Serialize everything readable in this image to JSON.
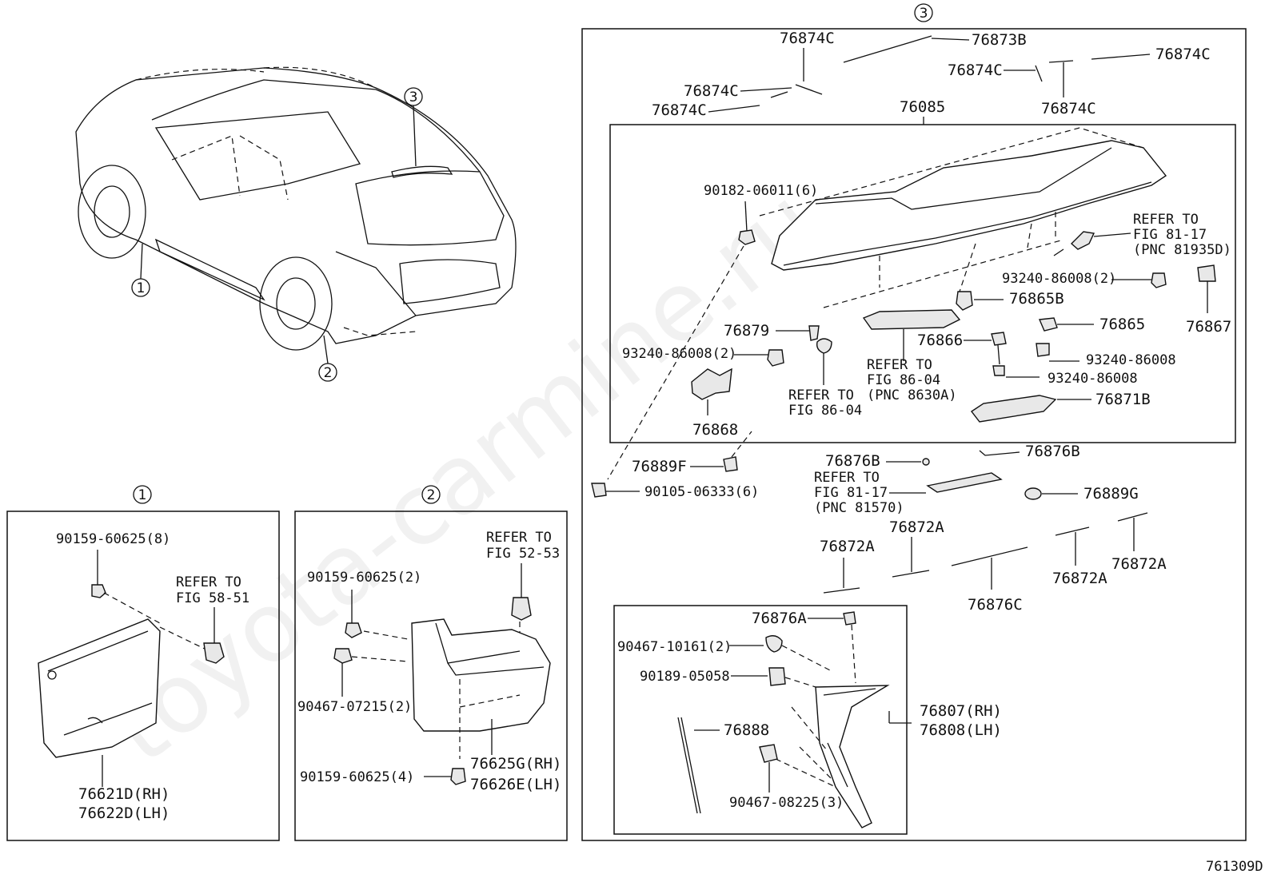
{
  "watermark": "toyota-carmine.ru",
  "doc_code": "761309D",
  "callouts": {
    "c1": "1",
    "c2": "2",
    "c3": "3"
  },
  "panel1": {
    "parts": [
      "90159-60625(8)",
      "76621D(RH)",
      "76622D(LH)"
    ],
    "refer": [
      "REFER TO",
      "FIG 58-51"
    ]
  },
  "panel2": {
    "parts": [
      "90159-60625(2)",
      "90467-07215(2)",
      "90159-60625(4)",
      "76625G(RH)",
      "76626E(LH)"
    ],
    "refer": [
      "REFER TO",
      "FIG 52-53"
    ]
  },
  "panel3": {
    "top_parts": [
      "76874C",
      "76873B",
      "76874C",
      "76874C",
      "76874C",
      "76874C",
      "76874C",
      "76085"
    ],
    "inner_parts": [
      "90182-06011(6)",
      "93240-86008(2)",
      "76865B",
      "76867",
      "76879",
      "93240-86008(2)",
      "76866",
      "76865",
      "93240-86008",
      "93240-86008",
      "76868",
      "76871B"
    ],
    "inner_refers": [
      [
        "REFER TO",
        "FIG 81-17",
        "(PNC 81935D)"
      ],
      [
        "REFER TO",
        "FIG 86-04",
        "(PNC 8630A)"
      ],
      [
        "REFER TO",
        "FIG 86-04"
      ]
    ],
    "lower_parts": [
      "76889F",
      "90105-06333(6)",
      "76876B",
      "76876B",
      "76889G",
      "76872A",
      "76872A",
      "76872A",
      "76872A",
      "76876C"
    ],
    "lower_refer": [
      "REFER TO",
      "FIG 81-17",
      "(PNC 81570)"
    ],
    "sub_parts": [
      "76876A",
      "90467-10161(2)",
      "90189-05058",
      "76888",
      "90467-08225(3)",
      "76807(RH)",
      "76808(LH)"
    ]
  }
}
